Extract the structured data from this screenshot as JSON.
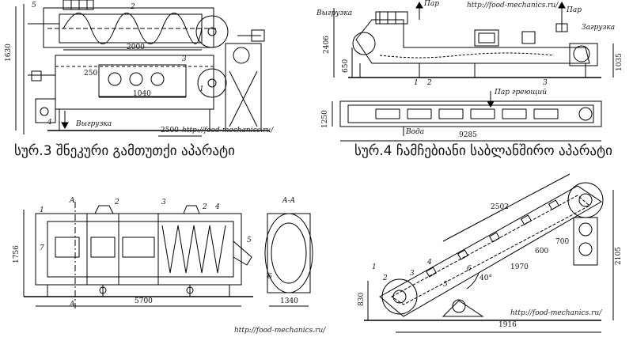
{
  "captions": {
    "fig3": "სურ.3 შნეკური გამთუთქი აპარატი",
    "fig4": "სურ.4 ჩამჩებიანი საბლანშირო აპარატი"
  },
  "fig3": {
    "url": "http://food-mechanics.ru/",
    "labels": {
      "out": "Выгрузка"
    },
    "numbers": [
      "5",
      "2",
      "3",
      "4",
      "1"
    ],
    "dims": {
      "len_top": "2000",
      "len_mid": "1040",
      "len_bottom": "2500",
      "height": "1630",
      "small": "250"
    }
  },
  "fig4": {
    "url": "http://food-mechanics.ru/",
    "labels": {
      "steam1": "Пар",
      "steam2": "Пар",
      "load": "Загрузка",
      "out": "Выгрузка",
      "steam_heat": "Пар греющий",
      "water": "Вода"
    },
    "numbers": [
      "1",
      "2",
      "3"
    ],
    "dims": {
      "length": "9285",
      "h_total": "2406",
      "h_low": "650",
      "h_right": "1035",
      "w_plan": "1250"
    }
  },
  "fig5": {
    "url": "http://food-mechanics.ru/",
    "labels": {
      "sectionA_top": "A",
      "sectionA_bottom": "A",
      "sectionAA": "A-A"
    },
    "numbers": [
      "1",
      "2",
      "3",
      "2",
      "4",
      "5",
      "6",
      "7"
    ],
    "dims": {
      "length": "5700",
      "height": "1756",
      "width": "1340"
    }
  },
  "fig6": {
    "url": "http://food-mechanics.ru/",
    "numbers": [
      "1",
      "2",
      "3",
      "4",
      "5",
      "6"
    ],
    "dims": {
      "len_top": "2502",
      "len_mid": "1970",
      "angle": "40°",
      "h_left": "830",
      "h_right": "2105",
      "len_bottom": "1916",
      "d1": "600",
      "d2": "700"
    }
  }
}
